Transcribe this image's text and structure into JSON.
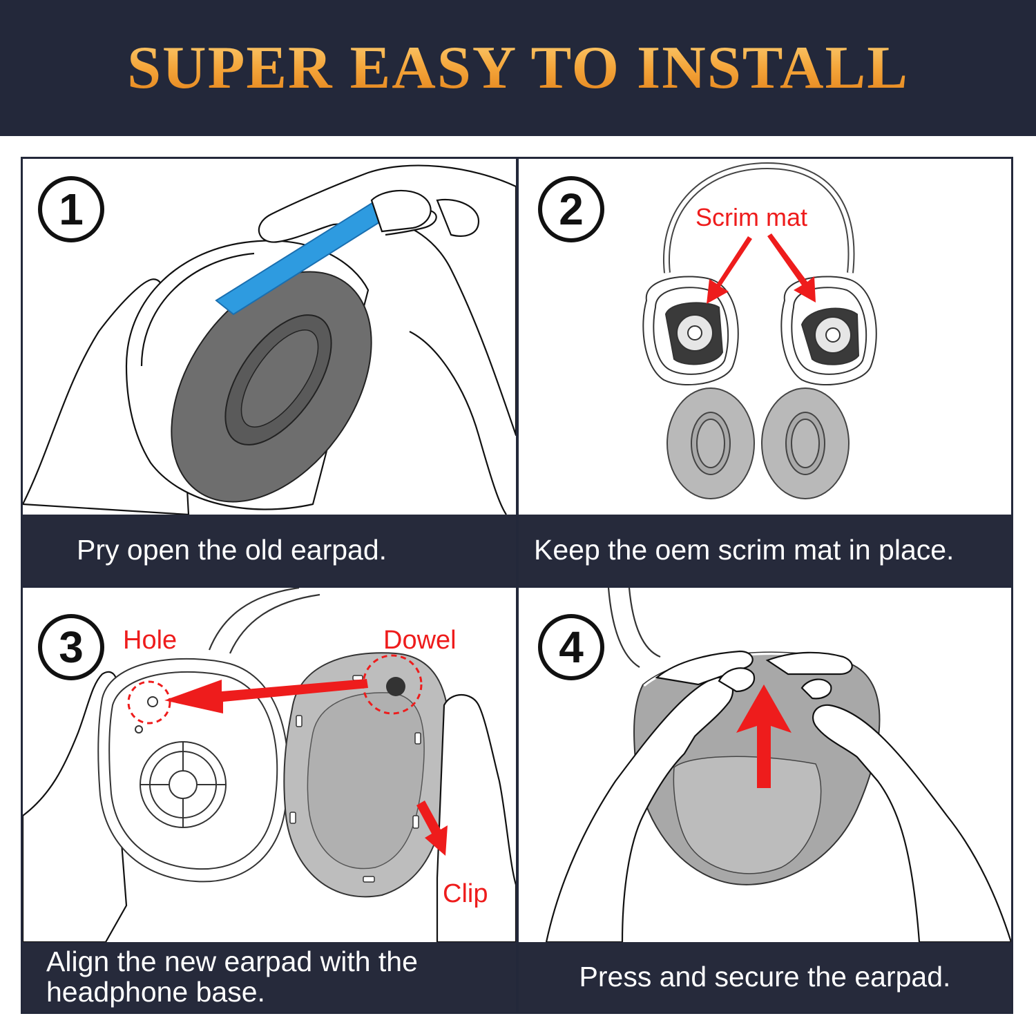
{
  "banner": {
    "title": "SUPER EASY TO INSTALL"
  },
  "colors": {
    "banner_bg": "#23283a",
    "title_gold": "#f4a53a",
    "caption_bg": "#262a3b",
    "accent_red": "#ee1c1c",
    "tool_blue": "#2e9be0"
  },
  "steps": [
    {
      "number": "1",
      "caption": "Pry open the old earpad."
    },
    {
      "number": "2",
      "caption": "Keep the oem scrim mat in place.",
      "labels": {
        "scrim": "Scrim mat"
      }
    },
    {
      "number": "3",
      "caption": "Align the new earpad with the headphone base.",
      "labels": {
        "hole": "Hole",
        "dowel": "Dowel",
        "clip": "Clip"
      }
    },
    {
      "number": "4",
      "caption": "Press and secure the earpad."
    }
  ],
  "icons": [
    "hand-icon",
    "pry-tool-icon",
    "earpad-icon",
    "headphone-icon",
    "arrow-icon"
  ]
}
